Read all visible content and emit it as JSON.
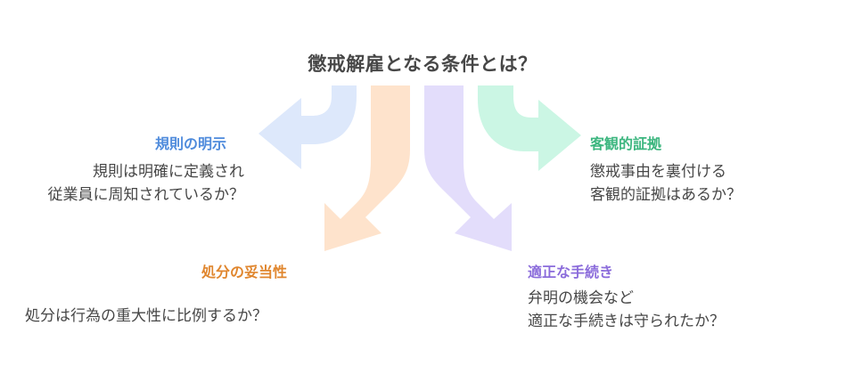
{
  "title": "懲戒解雇となる条件とは？",
  "colors": {
    "blue": "#4f8bdc",
    "blue_fill": "#dde8fb",
    "orange": "#e0862e",
    "orange_fill": "#fee3cc",
    "purple": "#8b6cdb",
    "purple_fill": "#e3ddfb",
    "green": "#3cb67f",
    "green_fill": "#cbf6e4"
  },
  "items": {
    "rules": {
      "heading": "規則の明示",
      "lines": [
        "規則は明確に定義され",
        "従業員に周知されているか？"
      ]
    },
    "punishment": {
      "heading": "処分の妥当性",
      "lines": [
        "処分は行為の重大性に比例するか？"
      ]
    },
    "procedure": {
      "heading": "適正な手続き",
      "lines": [
        "弁明の機会など",
        "適正な手続きは守られたか？"
      ]
    },
    "evidence": {
      "heading": "客観的証拠",
      "lines": [
        "懲戒事由を裏付ける",
        "客観的証拠はあるか？"
      ]
    }
  }
}
